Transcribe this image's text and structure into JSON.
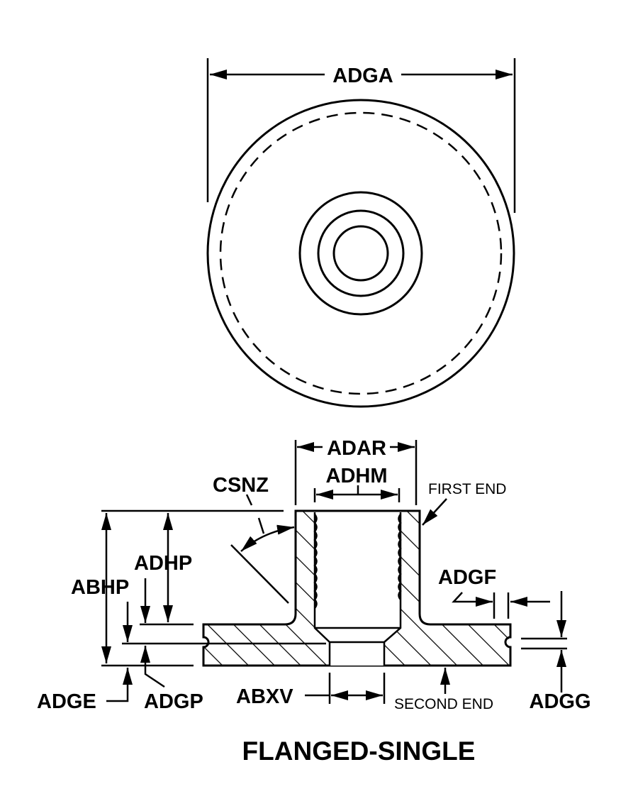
{
  "title": "FLANGED-SINGLE",
  "top_view": {
    "dimension": "ADGA"
  },
  "section_view": {
    "dimensions": {
      "adar": "ADAR",
      "adhm": "ADHM",
      "csnz": "CSNZ",
      "adhp": "ADHP",
      "abhp": "ABHP",
      "adgf": "ADGF",
      "adgg": "ADGG",
      "adge": "ADGE",
      "adgp": "ADGP",
      "abxv": "ABXV"
    },
    "notes": {
      "first_end": "FIRST END",
      "second_end": "SECOND END"
    }
  }
}
